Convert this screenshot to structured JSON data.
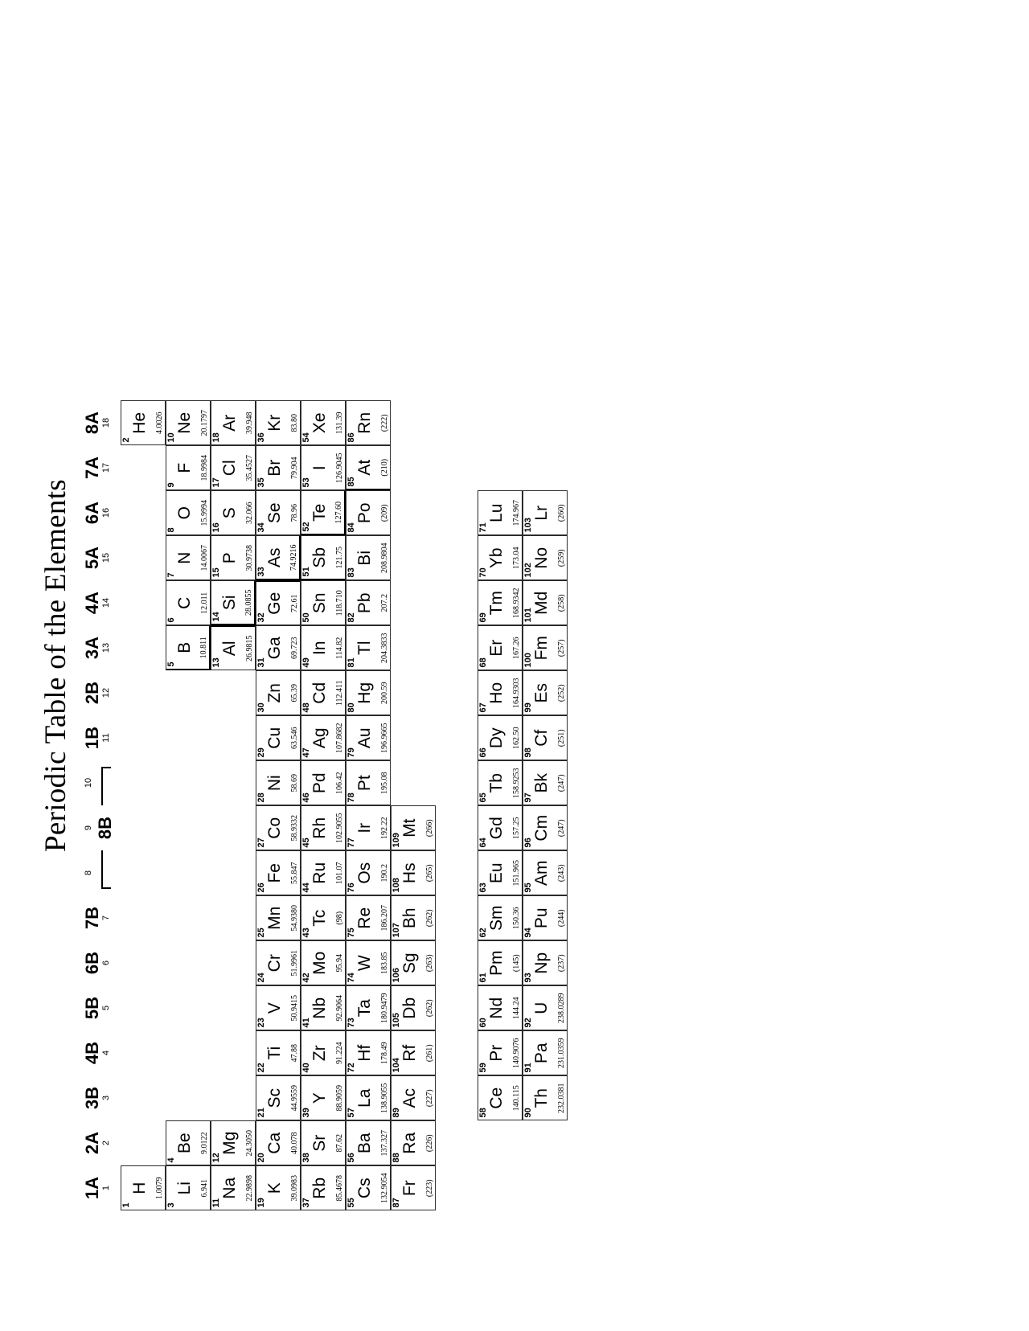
{
  "title": "Periodic Table of the Elements",
  "page": {
    "orientation": "landscape-rotated",
    "background": "#ffffff",
    "ink": "#000000"
  },
  "group_headers": [
    {
      "roman": "1A",
      "iupac": "1",
      "col": 1
    },
    {
      "roman": "2A",
      "iupac": "2",
      "col": 2
    },
    {
      "roman": "3B",
      "iupac": "3",
      "col": 3
    },
    {
      "roman": "4B",
      "iupac": "4",
      "col": 4
    },
    {
      "roman": "5B",
      "iupac": "5",
      "col": 5
    },
    {
      "roman": "6B",
      "iupac": "6",
      "col": 6
    },
    {
      "roman": "7B",
      "iupac": "7",
      "col": 7
    },
    {
      "roman": "1B",
      "iupac": "11",
      "col": 11
    },
    {
      "roman": "2B",
      "iupac": "12",
      "col": 12
    },
    {
      "roman": "3A",
      "iupac": "13",
      "col": 13
    },
    {
      "roman": "4A",
      "iupac": "14",
      "col": 14
    },
    {
      "roman": "5A",
      "iupac": "15",
      "col": 15
    },
    {
      "roman": "6A",
      "iupac": "16",
      "col": 16
    },
    {
      "roman": "7A",
      "iupac": "17",
      "col": 17
    },
    {
      "roman": "8A",
      "iupac": "18",
      "col": 18
    }
  ],
  "group_8b": {
    "roman": "8B",
    "sub_numbers": [
      "8",
      "9",
      "10"
    ],
    "cols": [
      8,
      9,
      10
    ]
  },
  "elements": [
    {
      "z": "1",
      "sym": "H",
      "mass": "1.0079",
      "r": 1,
      "c": 1
    },
    {
      "z": "2",
      "sym": "He",
      "mass": "4.0026",
      "r": 1,
      "c": 18
    },
    {
      "z": "3",
      "sym": "Li",
      "mass": "6.941",
      "r": 2,
      "c": 1
    },
    {
      "z": "4",
      "sym": "Be",
      "mass": "9.0122",
      "r": 2,
      "c": 2
    },
    {
      "z": "5",
      "sym": "B",
      "mass": "10.811",
      "r": 2,
      "c": 13
    },
    {
      "z": "6",
      "sym": "C",
      "mass": "12.011",
      "r": 2,
      "c": 14
    },
    {
      "z": "7",
      "sym": "N",
      "mass": "14.0067",
      "r": 2,
      "c": 15
    },
    {
      "z": "8",
      "sym": "O",
      "mass": "15.9994",
      "r": 2,
      "c": 16
    },
    {
      "z": "9",
      "sym": "F",
      "mass": "18.9984",
      "r": 2,
      "c": 17
    },
    {
      "z": "10",
      "sym": "Ne",
      "mass": "20.1797",
      "r": 2,
      "c": 18
    },
    {
      "z": "11",
      "sym": "Na",
      "mass": "22.9898",
      "r": 3,
      "c": 1
    },
    {
      "z": "12",
      "sym": "Mg",
      "mass": "24.3050",
      "r": 3,
      "c": 2
    },
    {
      "z": "13",
      "sym": "Al",
      "mass": "26.9815",
      "r": 3,
      "c": 13
    },
    {
      "z": "14",
      "sym": "Si",
      "mass": "28.0855",
      "r": 3,
      "c": 14
    },
    {
      "z": "15",
      "sym": "P",
      "mass": "30.9738",
      "r": 3,
      "c": 15
    },
    {
      "z": "16",
      "sym": "S",
      "mass": "32.066",
      "r": 3,
      "c": 16
    },
    {
      "z": "17",
      "sym": "Cl",
      "mass": "35.4527",
      "r": 3,
      "c": 17
    },
    {
      "z": "18",
      "sym": "Ar",
      "mass": "39.948",
      "r": 3,
      "c": 18
    },
    {
      "z": "19",
      "sym": "K",
      "mass": "39.0983",
      "r": 4,
      "c": 1
    },
    {
      "z": "20",
      "sym": "Ca",
      "mass": "40.078",
      "r": 4,
      "c": 2
    },
    {
      "z": "21",
      "sym": "Sc",
      "mass": "44.9559",
      "r": 4,
      "c": 3
    },
    {
      "z": "22",
      "sym": "Ti",
      "mass": "47.88",
      "r": 4,
      "c": 4
    },
    {
      "z": "23",
      "sym": "V",
      "mass": "50.9415",
      "r": 4,
      "c": 5
    },
    {
      "z": "24",
      "sym": "Cr",
      "mass": "51.9961",
      "r": 4,
      "c": 6
    },
    {
      "z": "25",
      "sym": "Mn",
      "mass": "54.9380",
      "r": 4,
      "c": 7
    },
    {
      "z": "26",
      "sym": "Fe",
      "mass": "55.847",
      "r": 4,
      "c": 8
    },
    {
      "z": "27",
      "sym": "Co",
      "mass": "58.9332",
      "r": 4,
      "c": 9
    },
    {
      "z": "28",
      "sym": "Ni",
      "mass": "58.69",
      "r": 4,
      "c": 10
    },
    {
      "z": "29",
      "sym": "Cu",
      "mass": "63.546",
      "r": 4,
      "c": 11
    },
    {
      "z": "30",
      "sym": "Zn",
      "mass": "65.39",
      "r": 4,
      "c": 12
    },
    {
      "z": "31",
      "sym": "Ga",
      "mass": "69.723",
      "r": 4,
      "c": 13
    },
    {
      "z": "32",
      "sym": "Ge",
      "mass": "72.61",
      "r": 4,
      "c": 14
    },
    {
      "z": "33",
      "sym": "As",
      "mass": "74.9216",
      "r": 4,
      "c": 15
    },
    {
      "z": "34",
      "sym": "Se",
      "mass": "78.96",
      "r": 4,
      "c": 16
    },
    {
      "z": "35",
      "sym": "Br",
      "mass": "79.904",
      "r": 4,
      "c": 17
    },
    {
      "z": "36",
      "sym": "Kr",
      "mass": "83.80",
      "r": 4,
      "c": 18
    },
    {
      "z": "37",
      "sym": "Rb",
      "mass": "85.4678",
      "r": 5,
      "c": 1
    },
    {
      "z": "38",
      "sym": "Sr",
      "mass": "87.62",
      "r": 5,
      "c": 2
    },
    {
      "z": "39",
      "sym": "Y",
      "mass": "88.9059",
      "r": 5,
      "c": 3
    },
    {
      "z": "40",
      "sym": "Zr",
      "mass": "91.224",
      "r": 5,
      "c": 4
    },
    {
      "z": "41",
      "sym": "Nb",
      "mass": "92.9064",
      "r": 5,
      "c": 5
    },
    {
      "z": "42",
      "sym": "Mo",
      "mass": "95.94",
      "r": 5,
      "c": 6
    },
    {
      "z": "43",
      "sym": "Tc",
      "mass": "(98)",
      "r": 5,
      "c": 7
    },
    {
      "z": "44",
      "sym": "Ru",
      "mass": "101.07",
      "r": 5,
      "c": 8
    },
    {
      "z": "45",
      "sym": "Rh",
      "mass": "102.9055",
      "r": 5,
      "c": 9
    },
    {
      "z": "46",
      "sym": "Pd",
      "mass": "106.42",
      "r": 5,
      "c": 10
    },
    {
      "z": "47",
      "sym": "Ag",
      "mass": "107.8682",
      "r": 5,
      "c": 11
    },
    {
      "z": "48",
      "sym": "Cd",
      "mass": "112.411",
      "r": 5,
      "c": 12
    },
    {
      "z": "49",
      "sym": "In",
      "mass": "114.82",
      "r": 5,
      "c": 13
    },
    {
      "z": "50",
      "sym": "Sn",
      "mass": "118.710",
      "r": 5,
      "c": 14
    },
    {
      "z": "51",
      "sym": "Sb",
      "mass": "121.75",
      "r": 5,
      "c": 15
    },
    {
      "z": "52",
      "sym": "Te",
      "mass": "127.60",
      "r": 5,
      "c": 16
    },
    {
      "z": "53",
      "sym": "I",
      "mass": "126.9045",
      "r": 5,
      "c": 17
    },
    {
      "z": "54",
      "sym": "Xe",
      "mass": "131.39",
      "r": 5,
      "c": 18
    },
    {
      "z": "55",
      "sym": "Cs",
      "mass": "132.9054",
      "r": 6,
      "c": 1
    },
    {
      "z": "56",
      "sym": "Ba",
      "mass": "137.327",
      "r": 6,
      "c": 2
    },
    {
      "z": "57",
      "sym": "La",
      "mass": "138.9055",
      "r": 6,
      "c": 3
    },
    {
      "z": "72",
      "sym": "Hf",
      "mass": "178.49",
      "r": 6,
      "c": 4
    },
    {
      "z": "73",
      "sym": "Ta",
      "mass": "180.9479",
      "r": 6,
      "c": 5
    },
    {
      "z": "74",
      "sym": "W",
      "mass": "183.85",
      "r": 6,
      "c": 6
    },
    {
      "z": "75",
      "sym": "Re",
      "mass": "186.207",
      "r": 6,
      "c": 7
    },
    {
      "z": "76",
      "sym": "Os",
      "mass": "190.2",
      "r": 6,
      "c": 8
    },
    {
      "z": "77",
      "sym": "Ir",
      "mass": "192.22",
      "r": 6,
      "c": 9
    },
    {
      "z": "78",
      "sym": "Pt",
      "mass": "195.08",
      "r": 6,
      "c": 10
    },
    {
      "z": "79",
      "sym": "Au",
      "mass": "196.9665",
      "r": 6,
      "c": 11
    },
    {
      "z": "80",
      "sym": "Hg",
      "mass": "200.59",
      "r": 6,
      "c": 12
    },
    {
      "z": "81",
      "sym": "Tl",
      "mass": "204.3833",
      "r": 6,
      "c": 13
    },
    {
      "z": "82",
      "sym": "Pb",
      "mass": "207.2",
      "r": 6,
      "c": 14
    },
    {
      "z": "83",
      "sym": "Bi",
      "mass": "208.9804",
      "r": 6,
      "c": 15
    },
    {
      "z": "84",
      "sym": "Po",
      "mass": "(209)",
      "r": 6,
      "c": 16
    },
    {
      "z": "85",
      "sym": "At",
      "mass": "(210)",
      "r": 6,
      "c": 17
    },
    {
      "z": "86",
      "sym": "Rn",
      "mass": "(222)",
      "r": 6,
      "c": 18
    },
    {
      "z": "87",
      "sym": "Fr",
      "mass": "(223)",
      "r": 7,
      "c": 1
    },
    {
      "z": "88",
      "sym": "Ra",
      "mass": "(226)",
      "r": 7,
      "c": 2
    },
    {
      "z": "89",
      "sym": "Ac",
      "mass": "(227)",
      "r": 7,
      "c": 3
    },
    {
      "z": "104",
      "sym": "Rf",
      "mass": "(261)",
      "r": 7,
      "c": 4
    },
    {
      "z": "105",
      "sym": "Db",
      "mass": "(262)",
      "r": 7,
      "c": 5
    },
    {
      "z": "106",
      "sym": "Sg",
      "mass": "(263)",
      "r": 7,
      "c": 6
    },
    {
      "z": "107",
      "sym": "Bh",
      "mass": "(262)",
      "r": 7,
      "c": 7
    },
    {
      "z": "108",
      "sym": "Hs",
      "mass": "(265)",
      "r": 7,
      "c": 8
    },
    {
      "z": "109",
      "sym": "Mt",
      "mass": "(266)",
      "r": 7,
      "c": 9
    }
  ],
  "lanthanides": [
    {
      "z": "58",
      "sym": "Ce",
      "mass": "140.115",
      "r": 1,
      "c": 1
    },
    {
      "z": "59",
      "sym": "Pr",
      "mass": "140.9076",
      "r": 1,
      "c": 2
    },
    {
      "z": "60",
      "sym": "Nd",
      "mass": "144.24",
      "r": 1,
      "c": 3
    },
    {
      "z": "61",
      "sym": "Pm",
      "mass": "(145)",
      "r": 1,
      "c": 4
    },
    {
      "z": "62",
      "sym": "Sm",
      "mass": "150.36",
      "r": 1,
      "c": 5
    },
    {
      "z": "63",
      "sym": "Eu",
      "mass": "151.965",
      "r": 1,
      "c": 6
    },
    {
      "z": "64",
      "sym": "Gd",
      "mass": "157.25",
      "r": 1,
      "c": 7
    },
    {
      "z": "65",
      "sym": "Tb",
      "mass": "158.9253",
      "r": 1,
      "c": 8
    },
    {
      "z": "66",
      "sym": "Dy",
      "mass": "162.50",
      "r": 1,
      "c": 9
    },
    {
      "z": "67",
      "sym": "Ho",
      "mass": "164.9303",
      "r": 1,
      "c": 10
    },
    {
      "z": "68",
      "sym": "Er",
      "mass": "167.26",
      "r": 1,
      "c": 11
    },
    {
      "z": "69",
      "sym": "Tm",
      "mass": "168.9342",
      "r": 1,
      "c": 12
    },
    {
      "z": "70",
      "sym": "Yb",
      "mass": "173.04",
      "r": 1,
      "c": 13
    },
    {
      "z": "71",
      "sym": "Lu",
      "mass": "174.967",
      "r": 1,
      "c": 14
    }
  ],
  "actinides": [
    {
      "z": "90",
      "sym": "Th",
      "mass": "232.0381",
      "r": 2,
      "c": 1
    },
    {
      "z": "91",
      "sym": "Pa",
      "mass": "231.0359",
      "r": 2,
      "c": 2
    },
    {
      "z": "92",
      "sym": "U",
      "mass": "238.0289",
      "r": 2,
      "c": 3
    },
    {
      "z": "93",
      "sym": "Np",
      "mass": "(237)",
      "r": 2,
      "c": 4
    },
    {
      "z": "94",
      "sym": "Pu",
      "mass": "(244)",
      "r": 2,
      "c": 5
    },
    {
      "z": "95",
      "sym": "Am",
      "mass": "(243)",
      "r": 2,
      "c": 6
    },
    {
      "z": "96",
      "sym": "Cm",
      "mass": "(247)",
      "r": 2,
      "c": 7
    },
    {
      "z": "97",
      "sym": "Bk",
      "mass": "(247)",
      "r": 2,
      "c": 8
    },
    {
      "z": "98",
      "sym": "Cf",
      "mass": "(251)",
      "r": 2,
      "c": 9
    },
    {
      "z": "99",
      "sym": "Es",
      "mass": "(252)",
      "r": 2,
      "c": 10
    },
    {
      "z": "100",
      "sym": "Fm",
      "mass": "(257)",
      "r": 2,
      "c": 11
    },
    {
      "z": "101",
      "sym": "Md",
      "mass": "(258)",
      "r": 2,
      "c": 12
    },
    {
      "z": "102",
      "sym": "No",
      "mass": "(259)",
      "r": 2,
      "c": 13
    },
    {
      "z": "103",
      "sym": "Lr",
      "mass": "(260)",
      "r": 2,
      "c": 14
    }
  ],
  "metalloid_staircase": {
    "note": "heavy rule separating metals from nonmetals",
    "steps": [
      {
        "z": "5",
        "sides": [
          "left",
          "bottom"
        ]
      },
      {
        "z": "13",
        "sides": [
          "right"
        ]
      },
      {
        "z": "14",
        "sides": [
          "left",
          "bottom"
        ]
      },
      {
        "z": "32",
        "sides": [
          "right"
        ]
      },
      {
        "z": "33",
        "sides": [
          "left",
          "bottom"
        ]
      },
      {
        "z": "51",
        "sides": [
          "left"
        ]
      },
      {
        "z": "52",
        "sides": [
          "left",
          "bottom"
        ]
      },
      {
        "z": "85",
        "sides": [
          "left"
        ]
      }
    ]
  }
}
